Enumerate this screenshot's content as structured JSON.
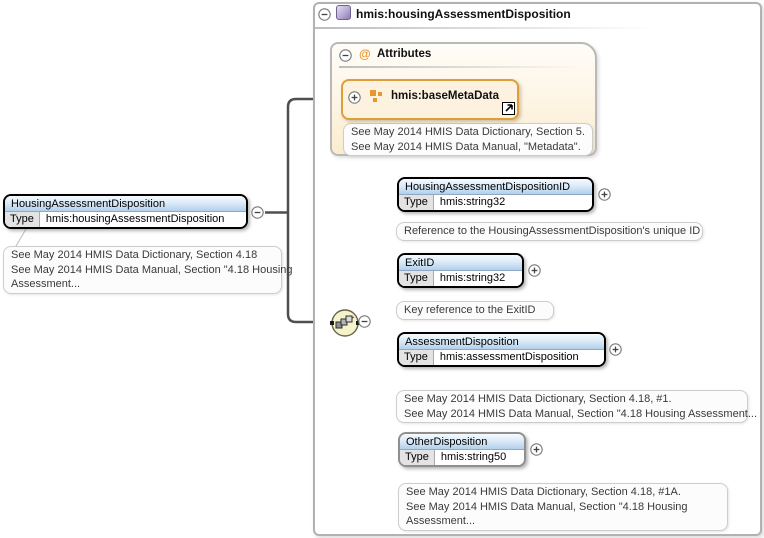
{
  "root": {
    "name": "HousingAssessmentDisposition",
    "type_label": "Type",
    "type_value": "hmis:housingAssessmentDisposition",
    "annotation_lines": [
      "See May 2014 HMIS Data Dictionary, Section 4.18",
      "See May 2014 HMIS Data Manual, Section \"4.18 Housing",
      "Assessment..."
    ]
  },
  "panel": {
    "title": "hmis:housingAssessmentDisposition",
    "attributes_section": {
      "at_symbol": "@",
      "label": "Attributes",
      "attribute": {
        "name": "hmis:baseMetaData",
        "annotation_lines": [
          "See May 2014 HMIS Data Dictionary, Section 5.",
          "See May 2014 HMIS Data Manual, \"Metadata\"."
        ]
      }
    },
    "children": [
      {
        "name": "HousingAssessmentDispositionID",
        "type_label": "Type",
        "type_value": "hmis:string32",
        "annotation_lines": [
          "Reference to the HousingAssessmentDisposition's unique ID"
        ]
      },
      {
        "name": "ExitID",
        "type_label": "Type",
        "type_value": "hmis:string32",
        "annotation_lines": [
          "Key reference to the ExitID"
        ]
      },
      {
        "name": "AssessmentDisposition",
        "type_label": "Type",
        "type_value": "hmis:assessmentDisposition",
        "annotation_lines": [
          "See May 2014 HMIS Data Dictionary, Section 4.18, #1.",
          "See May 2014 HMIS Data Manual, Section \"4.18 Housing Assessment..."
        ]
      },
      {
        "name": "OtherDisposition",
        "type_label": "Type",
        "type_value": "hmis:string50",
        "annotation_lines": [
          "See May 2014 HMIS Data Dictionary, Section 4.18, #1A.",
          "See May 2014 HMIS Data Manual, Section \"4.18 Housing",
          "Assessment..."
        ]
      }
    ]
  },
  "colors": {
    "accent_orange": "#dc9f3c",
    "header_blue": "#b4cfeb",
    "attr_panel_cream": "#faeccf",
    "line_dark": "#4f4f4f",
    "line_light": "#c8c8c8"
  }
}
